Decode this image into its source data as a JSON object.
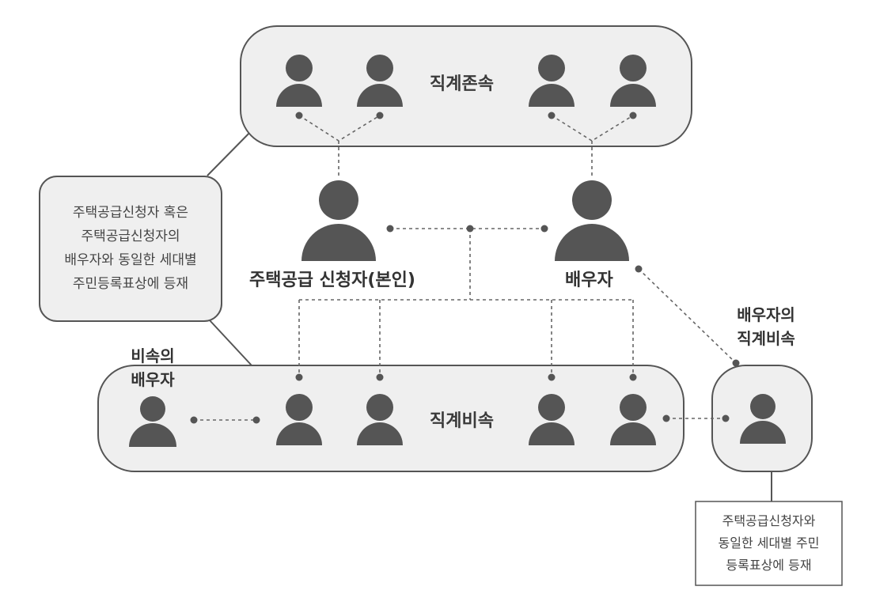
{
  "groups": {
    "ascendants": "직계존속",
    "descendants": "직계비속"
  },
  "persons": {
    "applicant": "주택공급 신청자(본인)",
    "spouse": "배우자"
  },
  "side_labels": {
    "descendant_spouse_line1": "비속의",
    "descendant_spouse_line2": "배우자",
    "spouse_descendant_line1": "배우자의",
    "spouse_descendant_line2": "직계비속"
  },
  "notes": {
    "left": [
      "주택공급신청자 혹은",
      "주택공급신청자의",
      "배우자와 동일한 세대별",
      "주민등록표상에 등재"
    ],
    "bottom_right": [
      "주택공급신청자와",
      "동일한 세대별 주민",
      "등록표상에 등재"
    ]
  },
  "colors": {
    "figure": "#555555",
    "box_fill": "#efefef",
    "box_stroke": "#555555",
    "dots": "#555555"
  }
}
